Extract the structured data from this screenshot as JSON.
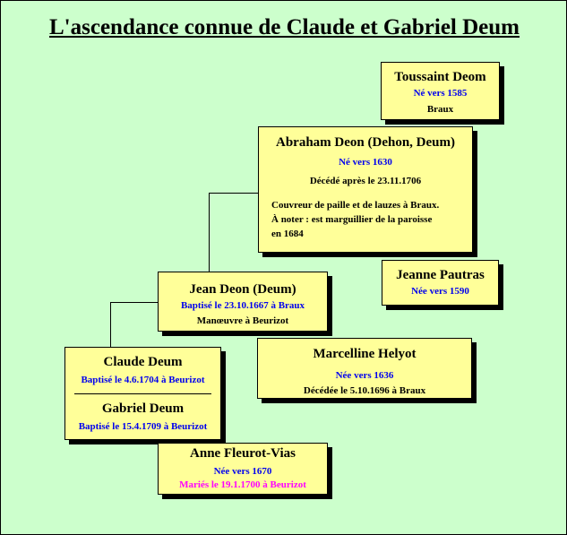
{
  "title": "L'ascendance connue de Claude et Gabriel Deum",
  "toussaint": {
    "name": "Toussaint Deom",
    "birth": "Né vers 1585",
    "place": "Braux"
  },
  "abraham": {
    "name": "Abraham Deon (Dehon, Deum)",
    "birth": "Né vers 1630",
    "death": "Décédé après le 23.11.1706",
    "note1": "Couvreur de paille et de lauzes à Braux.",
    "note2": "À noter : est marguillier de la paroisse",
    "note3": "en 1684"
  },
  "jeanne": {
    "name": "Jeanne Pautras",
    "birth": "Née vers 1590"
  },
  "jean": {
    "name": "Jean Deon (Deum)",
    "baptism": "Baptisé le 23.10.1667 à Braux",
    "occupation": "Manœuvre à Beurizot"
  },
  "marcelline": {
    "name": "Marcelline Helyot",
    "birth": "Née vers 1636",
    "death": "Décédée le 5.10.1696 à Braux"
  },
  "claude": {
    "name": "Claude Deum",
    "baptism": "Baptisé le 4.6.1704 à Beurizot"
  },
  "gabriel": {
    "name": "Gabriel Deum",
    "baptism": "Baptisé le 15.4.1709 à Beurizot"
  },
  "anne": {
    "name": "Anne Fleurot-Vias",
    "birth": "Née vers 1670",
    "marriage": "Mariés le 19.1.1700 à Beurizot"
  },
  "colors": {
    "background": "#ccffcc",
    "box": "#ffff99",
    "blue_text": "#0000ee",
    "magenta_text": "#ff00ff"
  }
}
